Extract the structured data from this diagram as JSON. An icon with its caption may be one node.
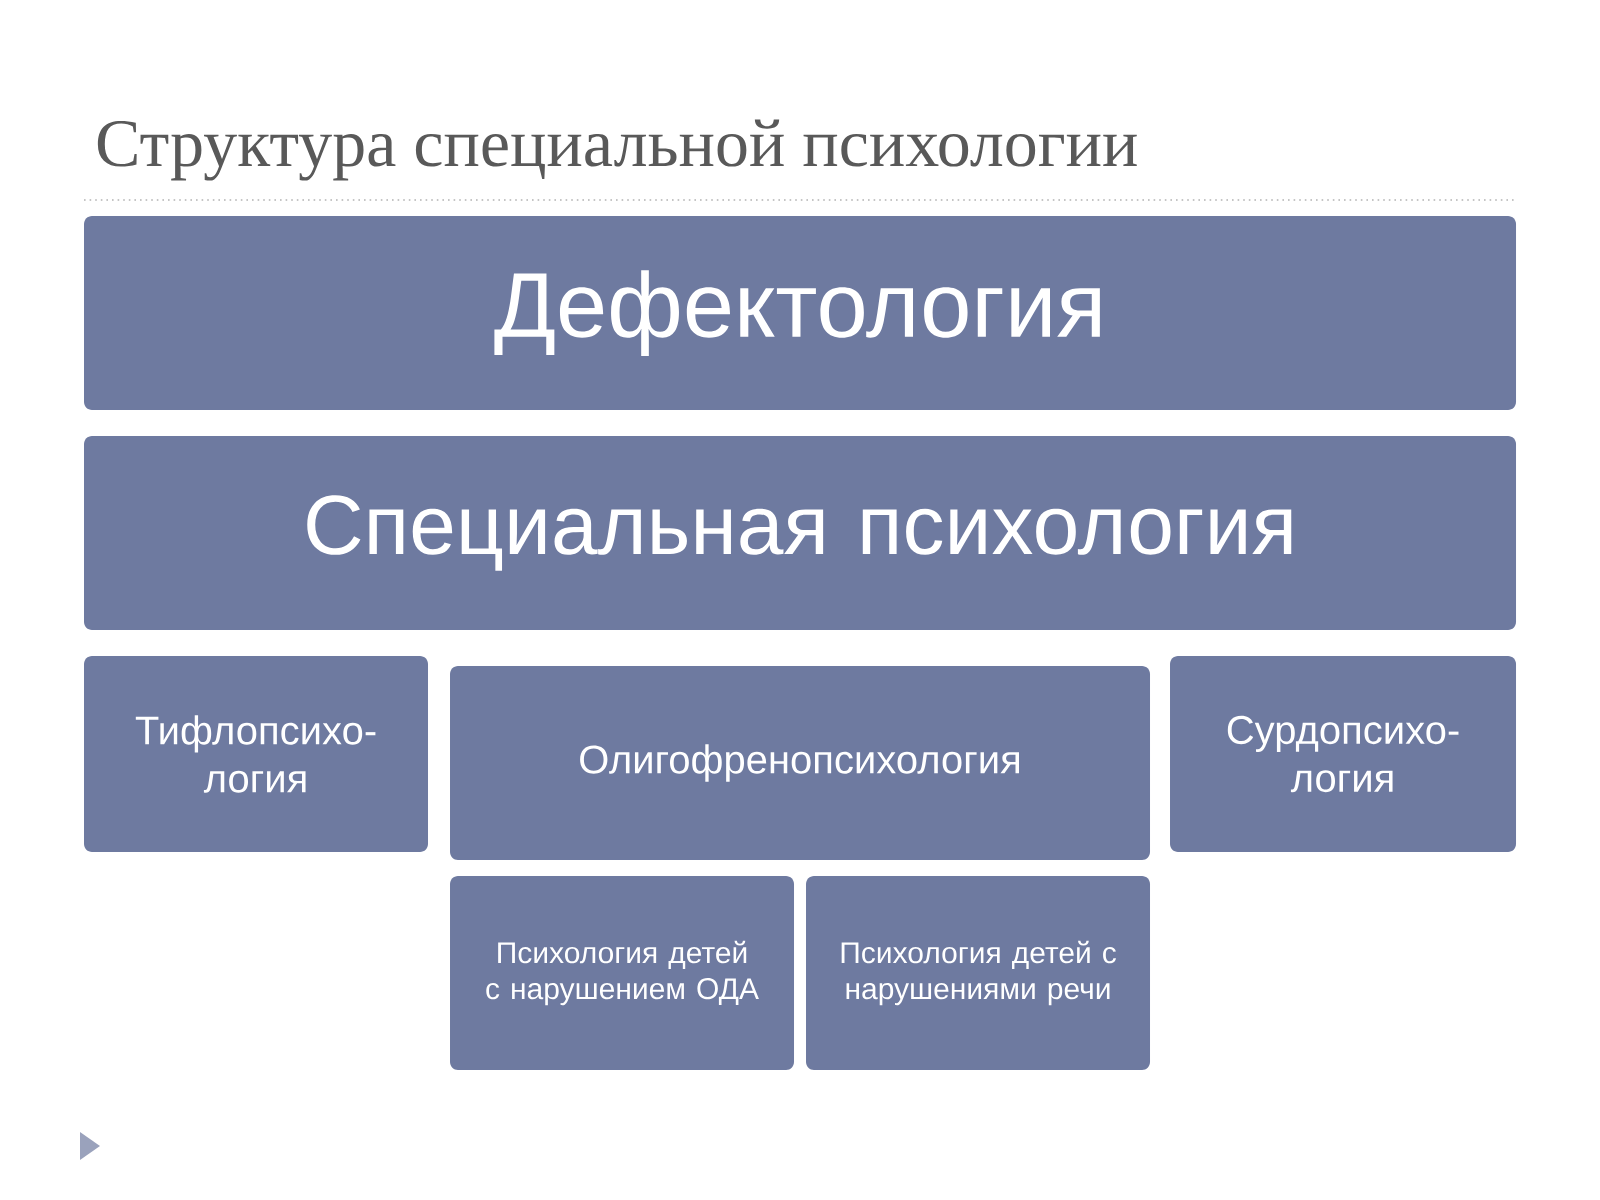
{
  "diagram": {
    "title": "Структура специальной психологии",
    "nodes": [
      {
        "text": [
          "Дефектология"
        ]
      },
      {
        "text": [
          "Специальная психология"
        ]
      },
      {
        "text": [
          "Тифлопсихо-логия"
        ]
      },
      {
        "text": [
          "Олигофренопсихология"
        ]
      },
      {
        "text": [
          "Сурдопсихо-логия"
        ]
      },
      {
        "text": [
          "Психология детей с нарушением ОДА"
        ]
      },
      {
        "text": [
          "Психология детей с нарушениями речи"
        ]
      }
    ]
  }
}
